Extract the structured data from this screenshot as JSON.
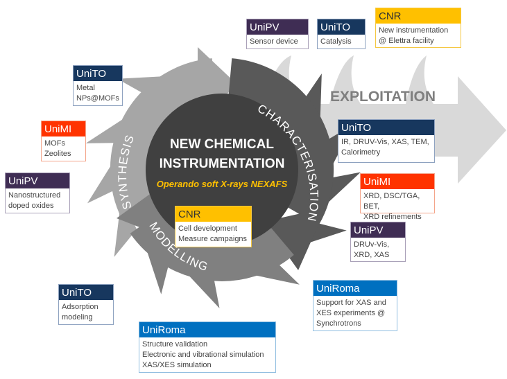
{
  "center": {
    "title_line1": "NEW CHEMICAL",
    "title_line2": "INSTRUMENTATION",
    "subtitle": "Operando soft X-rays NEXAFS"
  },
  "stages": {
    "synthesis": "SYNTHESIS",
    "characterisation": "CHARACTERISATION",
    "modelling": "MODELLING",
    "exploitation": "EXPLOITATION"
  },
  "boxes": [
    {
      "org": "UniPV",
      "lines": [
        "Sensor device"
      ]
    },
    {
      "org": "UniTO",
      "lines": [
        "Catalysis"
      ]
    },
    {
      "org": "CNR",
      "lines": [
        "New instrumentation",
        "@ Elettra facility"
      ]
    },
    {
      "org": "UniTO",
      "lines": [
        "Metal",
        "NPs@MOFs"
      ]
    },
    {
      "org": "UniMI",
      "lines": [
        "MOFs",
        "Zeolites"
      ]
    },
    {
      "org": "UniPV",
      "lines": [
        "Nanostructured",
        "doped oxides"
      ]
    },
    {
      "org": "UniTO",
      "lines": [
        "IR, DRUV-Vis, XAS, TEM,",
        "Calorimetry"
      ]
    },
    {
      "org": "UniMI",
      "lines": [
        "XRD, DSC/TGA, BET,",
        "XRD refinements"
      ]
    },
    {
      "org": "UniPV",
      "lines": [
        "DRUv-Vis,",
        "XRD, XAS"
      ]
    },
    {
      "org": "UniRoma",
      "lines": [
        "Support for XAS and",
        "XES experiments @",
        "Synchrotrons"
      ]
    },
    {
      "org": "UniRoma",
      "lines": [
        "Structure validation",
        "Electronic and vibrational simulation",
        "XAS/XES simulation"
      ]
    },
    {
      "org": "UniTO",
      "lines": [
        "Adsorption",
        "modeling"
      ]
    },
    {
      "org": "CNR",
      "lines": [
        "Cell development",
        "Measure campaigns"
      ]
    }
  ],
  "colors": {
    "UniTO": "#17375e",
    "UniPV": "#3f2d54",
    "UniMI": "#ff3300",
    "CNR": "#ffc000",
    "UniRoma": "#0070c0",
    "synthesis": "#a6a6a6",
    "characterisation": "#595959",
    "modelling": "#808080",
    "exploitation": "#d9d9d9",
    "core": "#404040"
  }
}
